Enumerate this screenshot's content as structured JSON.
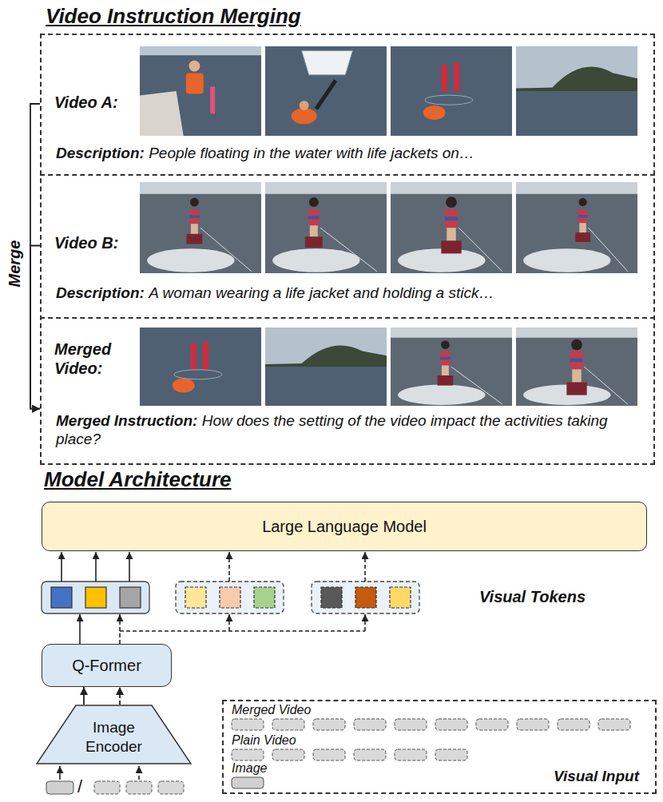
{
  "diagram": {
    "nodes": [
      {
        "text": [
          "Video Instruction Merging"
        ]
      },
      {
        "text": [
          "Video A:",
          "Description:",
          "People floating in the water with life jackets on…"
        ],
        "in": 0
      },
      {
        "text": [
          "Video B:",
          "Description:",
          "A woman wearing a life jacket and holding a stick…"
        ],
        "in": 0
      },
      {
        "text": [
          "Merged Video:",
          "Merged Instruction:",
          "How does the setting of the video impact the activities taking place?"
        ],
        "in": 0
      },
      {
        "text": [
          "Large Language Model"
        ]
      },
      {
        "text": [
          "Q-Former"
        ]
      },
      {
        "text": [
          "Image Encoder"
        ]
      },
      {
        "text": [
          "Merged Video",
          "Plain Video",
          "Image",
          "Visual Input"
        ]
      }
    ],
    "edges": [
      {
        "from": 1,
        "to": 3,
        "arrow": "to"
      },
      {
        "from": 2,
        "to": 3,
        "arrow": "to"
      },
      {
        "from": 6,
        "to": 5,
        "arrow": "to"
      },
      {
        "from": 6,
        "to": 5,
        "arrow": "to"
      }
    ],
    "labels": [
      "Merge",
      "Model Architecture",
      "Visual Tokens",
      "/"
    ]
  }
}
